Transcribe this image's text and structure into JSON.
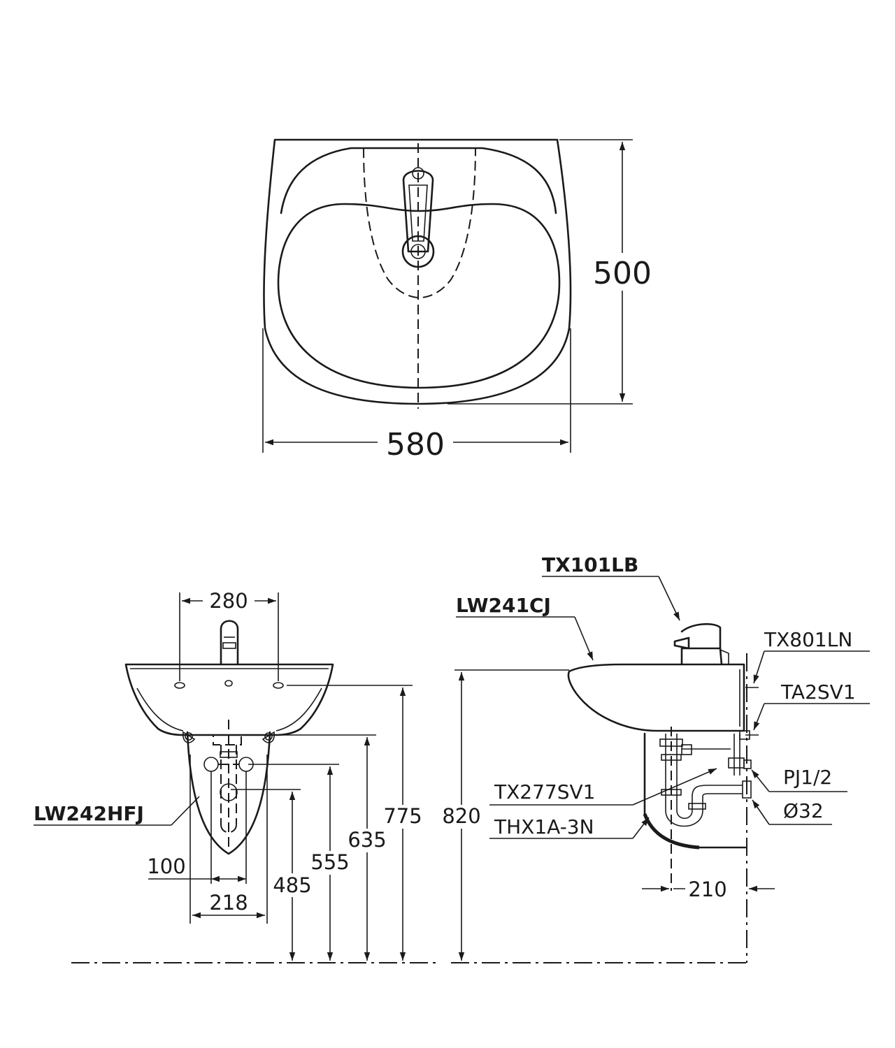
{
  "top_view": {
    "width_dim": "580",
    "depth_dim": "500"
  },
  "front_view": {
    "faucet_spacing": "280",
    "outlet_width": "100",
    "pedestal_width": "218",
    "heights": [
      "485",
      "555",
      "635",
      "775"
    ],
    "pedestal_model": "LW242HFJ"
  },
  "side_view": {
    "total_height": "820",
    "wall_offset": "210",
    "models": {
      "faucet": "TX101LB",
      "basin": "LW241CJ",
      "supply_hose": "TX801LN",
      "angle_valve": "TA2SV1",
      "waste": "TX277SV1",
      "trap": "THX1A-3N",
      "supply_thread": "PJ1/2",
      "drain_diameter": "Ø32"
    }
  },
  "colors": {
    "line": "#1a1a1a",
    "background": "#ffffff"
  }
}
